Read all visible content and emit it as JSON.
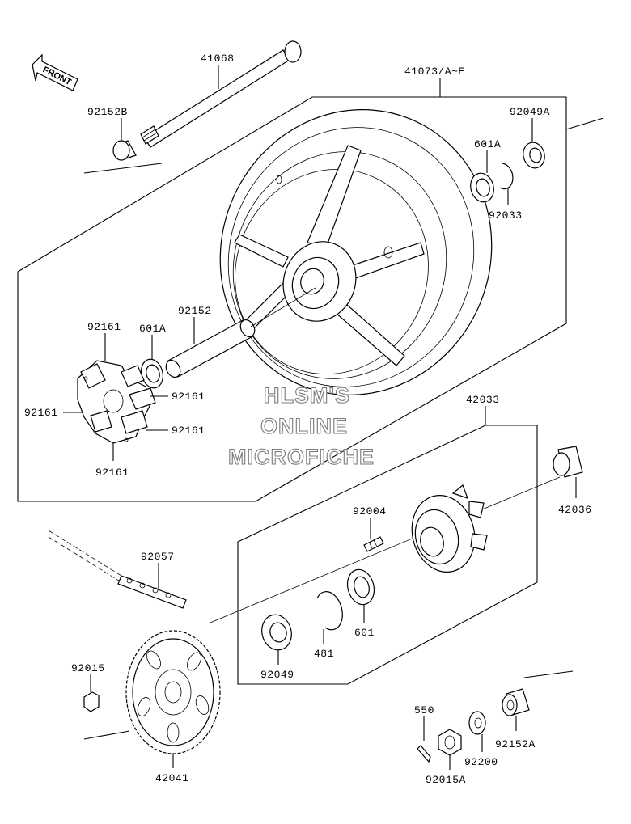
{
  "watermark": {
    "line1": "HLSM'S",
    "line2": "ONLINE",
    "line3": "MICROFICHE"
  },
  "front_label": "FRONT",
  "labels": {
    "p41068": "41068",
    "p41073": "41073/A~E",
    "p92152B": "92152B",
    "p92049A": "92049A",
    "p601A_top": "601A",
    "p92033": "92033",
    "p92161_a": "92161",
    "p601A_mid": "601A",
    "p92152": "92152",
    "p92161_b": "92161",
    "p92161_c": "92161",
    "p92161_d": "92161",
    "p92161_e": "92161",
    "p42033": "42033",
    "p42036": "42036",
    "p92004": "92004",
    "p92057": "92057",
    "p601": "601",
    "p481": "481",
    "p92049": "92049",
    "p92015": "92015",
    "p42041": "42041",
    "p550": "550",
    "p92200": "92200",
    "p92152A": "92152A",
    "p92015A": "92015A"
  }
}
